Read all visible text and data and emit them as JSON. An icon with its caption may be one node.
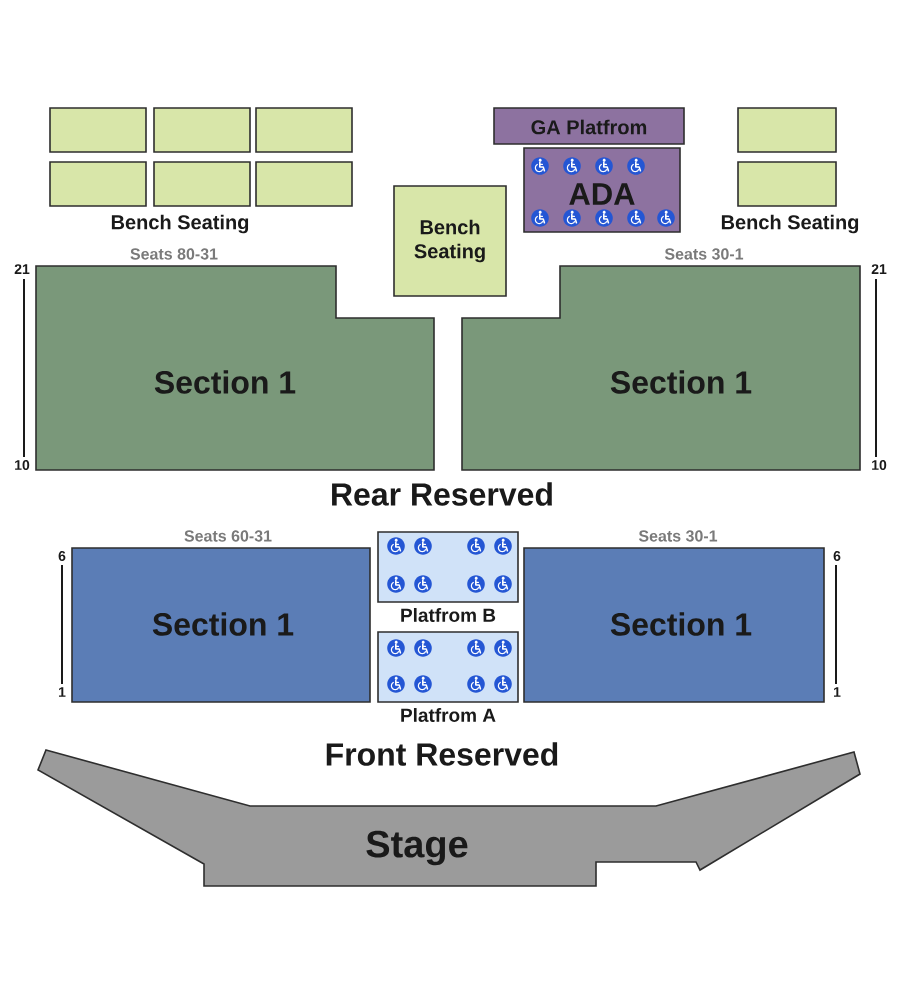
{
  "diagram": {
    "nodes": [
      {
        "text": [],
        "shape": "box"
      },
      {
        "text": [],
        "shape": "box"
      },
      {
        "text": [],
        "shape": "box"
      },
      {
        "text": [],
        "shape": "box"
      },
      {
        "text": [],
        "shape": "box"
      },
      {
        "text": [],
        "shape": "box"
      },
      {
        "text": [
          "GA Platfrom"
        ]
      },
      {
        "text": [
          "ADA"
        ]
      },
      {
        "text": [],
        "shape": "box"
      },
      {
        "text": [],
        "shape": "box"
      },
      {
        "text": [
          "Bench Seating"
        ]
      },
      {
        "text": [
          "Section 1"
        ],
        "beside": [
          "Seats 80-31",
          "21",
          "10"
        ]
      },
      {
        "text": [
          "Section 1"
        ],
        "beside": [
          "Seats 30-1",
          "21",
          "10"
        ]
      },
      {
        "text": [
          "Section 1"
        ],
        "beside": [
          "Seats 60-31",
          "6",
          "1"
        ]
      },
      {
        "text": [
          "Platfrom B"
        ]
      },
      {
        "text": [
          "Section 1"
        ],
        "beside": [
          "Seats 30-1",
          "6",
          "1"
        ]
      },
      {
        "text": [
          "Platfrom A"
        ]
      },
      {
        "text": [
          "Stage"
        ]
      }
    ],
    "labels": [
      "Bench Seating",
      "Bench Seating",
      "Rear Reserved",
      "Front Reserved"
    ]
  }
}
